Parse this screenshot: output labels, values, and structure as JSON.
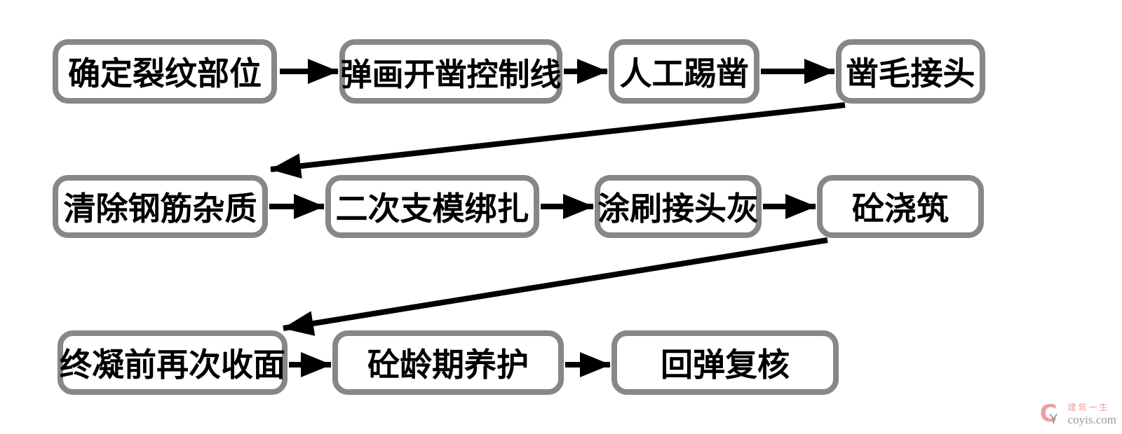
{
  "page": {
    "background": "#ffffff"
  },
  "colors": {
    "node_border": "#878787",
    "node_fill": "#ffffff",
    "node_text": "#000000",
    "arrow": "#000000",
    "watermark_pink": "#e9a2a2",
    "watermark_gray": "#9a9a9a"
  },
  "flowchart": {
    "type": "process-flow",
    "nodes": [
      {
        "id": "n1",
        "label": "确定裂纹部位"
      },
      {
        "id": "n2",
        "label": "弹画开凿控制线"
      },
      {
        "id": "n3",
        "label": "人工踢凿"
      },
      {
        "id": "n4",
        "label": "凿毛接头"
      },
      {
        "id": "n5",
        "label": "清除钢筋杂质"
      },
      {
        "id": "n6",
        "label": "二次支模绑扎"
      },
      {
        "id": "n7",
        "label": "涂刷接头灰"
      },
      {
        "id": "n8",
        "label": "砼浇筑"
      },
      {
        "id": "n9",
        "label": "终凝前再次收面"
      },
      {
        "id": "n10",
        "label": "砼龄期养护"
      },
      {
        "id": "n11",
        "label": "回弹复核"
      }
    ],
    "edges": [
      {
        "from": "n1",
        "to": "n2"
      },
      {
        "from": "n2",
        "to": "n3"
      },
      {
        "from": "n3",
        "to": "n4"
      },
      {
        "from": "n4",
        "to": "n5"
      },
      {
        "from": "n5",
        "to": "n6"
      },
      {
        "from": "n6",
        "to": "n7"
      },
      {
        "from": "n7",
        "to": "n8"
      },
      {
        "from": "n8",
        "to": "n9"
      },
      {
        "from": "n9",
        "to": "n10"
      },
      {
        "from": "n10",
        "to": "n11"
      }
    ]
  },
  "watermark": {
    "logo_c": "C",
    "logo_y": "Y",
    "brand": "建筑一生",
    "site": "coyis.com"
  }
}
